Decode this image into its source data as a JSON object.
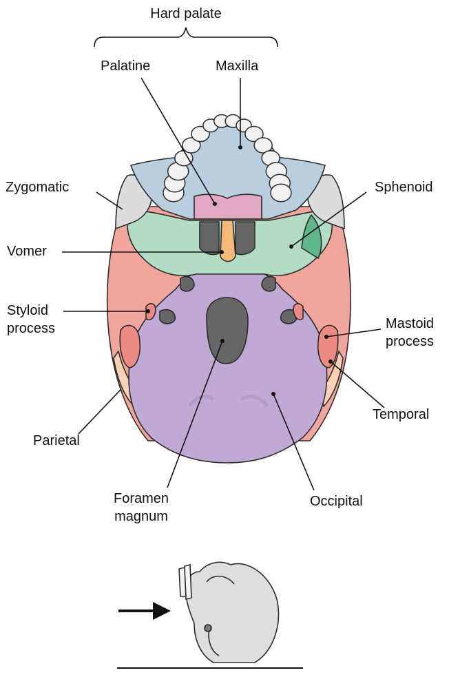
{
  "colors": {
    "maxilla": "#b9cfe0",
    "palatine": "#e3a8c4",
    "sphenoid": "#b3dcc4",
    "sphenoid_dark": "#5fb88c",
    "temporal": "#f0a59d",
    "temporal_deep": "#ec8a84",
    "occipital": "#c1a9d6",
    "parietal": "#f9d2b6",
    "vomer": "#f4b878",
    "zygomatic": "#dcdcdc",
    "foramen": "#666666",
    "teeth": "#f1f1f1",
    "outline": "#2b2b2b",
    "side_skull": "#dedede"
  },
  "labels": {
    "hard_palate": "Hard palate",
    "palatine": "Palatine",
    "maxilla": "Maxilla",
    "zygomatic": "Zygomatic",
    "sphenoid": "Sphenoid",
    "vomer": "Vomer",
    "styloid_line1": "Styloid",
    "styloid_line2": "process",
    "mastoid_line1": "Mastoid",
    "mastoid_line2": "process",
    "temporal": "Temporal",
    "parietal": "Parietal",
    "foramen_line1": "Foramen",
    "foramen_line2": "magnum",
    "occipital": "Occipital"
  },
  "icons": {
    "view_arrow": "right-arrow-icon",
    "side_skull": "skull-side-view-icon"
  }
}
